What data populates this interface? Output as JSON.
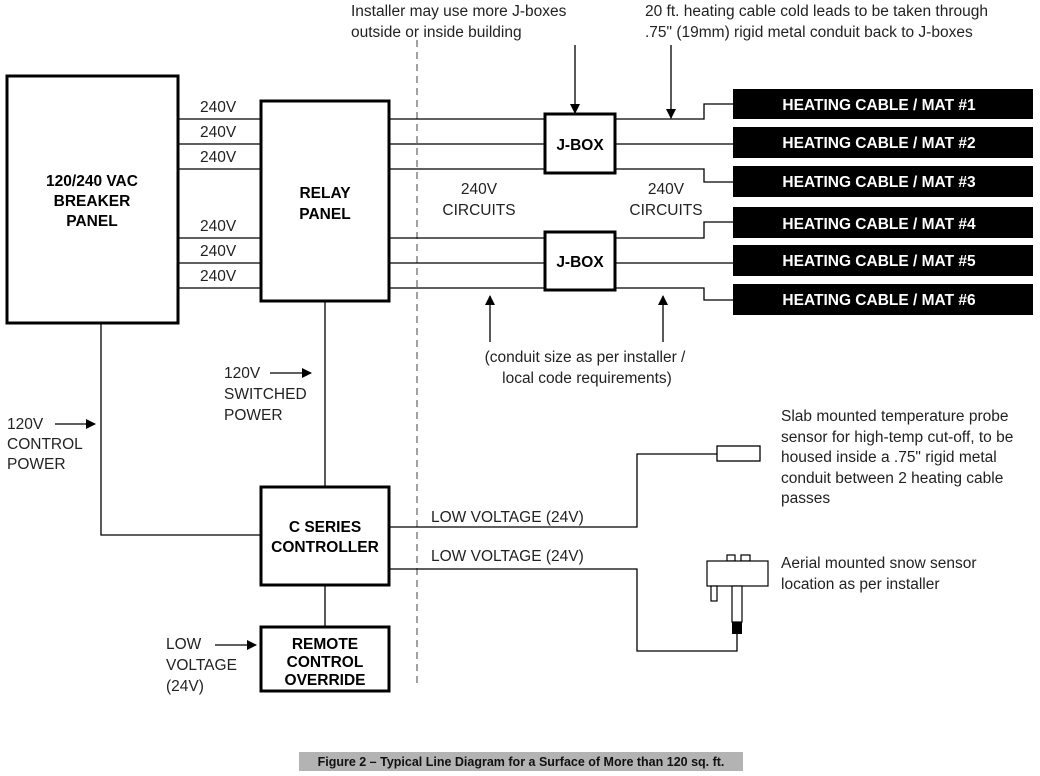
{
  "boxes": {
    "breaker": [
      "120/240 VAC",
      "BREAKER",
      "PANEL"
    ],
    "relay": [
      "RELAY",
      "PANEL"
    ],
    "jbox": "J-BOX",
    "controller": [
      "C SERIES",
      "CONTROLLER"
    ],
    "remote": [
      "REMOTE",
      "CONTROL",
      "OVERRIDE"
    ]
  },
  "voltage_label": "240V",
  "circuits": [
    "240V",
    "CIRCUITS"
  ],
  "cables": [
    "HEATING CABLE / MAT #1",
    "HEATING CABLE / MAT #2",
    "HEATING CABLE / MAT #3",
    "HEATING CABLE / MAT #4",
    "HEATING CABLE / MAT #5",
    "HEATING CABLE / MAT #6"
  ],
  "notes": {
    "jbox_note": [
      "Installer may use more J-boxes",
      "outside or inside building"
    ],
    "cold_leads": [
      "20 ft. heating cable cold leads to be taken through",
      ".75\" (19mm) rigid metal conduit back to J-boxes"
    ],
    "conduit": [
      "(conduit size as per installer /",
      "local code requirements)"
    ],
    "switched": [
      "120V",
      "SWITCHED",
      "POWER"
    ],
    "control": [
      "120V",
      "CONTROL",
      "POWER"
    ],
    "low": [
      "LOW",
      "VOLTAGE",
      "(24V)"
    ],
    "low_voltage": "LOW VOLTAGE (24V)",
    "probe": [
      "Slab mounted temperature probe",
      "sensor for high-temp cut-off, to be",
      "housed inside a .75\" rigid metal",
      "conduit between 2 heating cable",
      "passes"
    ],
    "snow": [
      "Aerial mounted snow sensor",
      "location as per installer"
    ]
  },
  "caption": "Figure 2 – Typical Line Diagram for a Surface of More than 120 sq. ft."
}
